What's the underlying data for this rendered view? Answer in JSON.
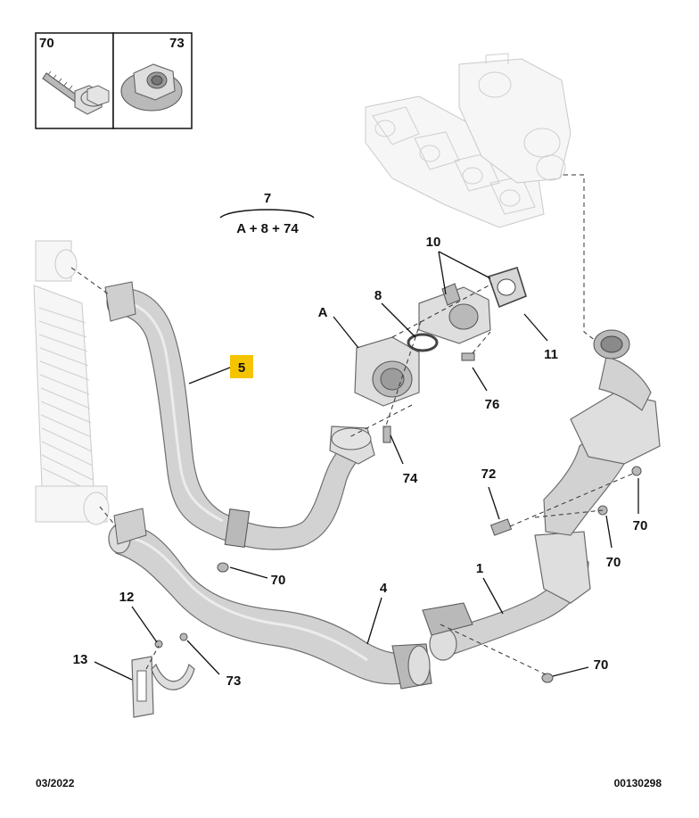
{
  "header_boxes": [
    {
      "label": "70",
      "icon": "screw-icon"
    },
    {
      "label": "73",
      "icon": "flange-nut-icon"
    }
  ],
  "group_label": {
    "number": "7",
    "formula": "A + 8 + 74"
  },
  "callouts": {
    "c5": "5",
    "cA": "A",
    "c8": "8",
    "c10": "10",
    "c11": "11",
    "c76": "76",
    "c74": "74",
    "c72": "72",
    "c70_right_upper": "70",
    "c70_right_mid": "70",
    "c70_hose": "70",
    "c70_bottom": "70",
    "c1": "1",
    "c4": "4",
    "c12": "12",
    "c13": "13",
    "c73": "73"
  },
  "highlight_color": "#f5c400",
  "footer": {
    "date": "03/2022",
    "reference": "00130298"
  }
}
